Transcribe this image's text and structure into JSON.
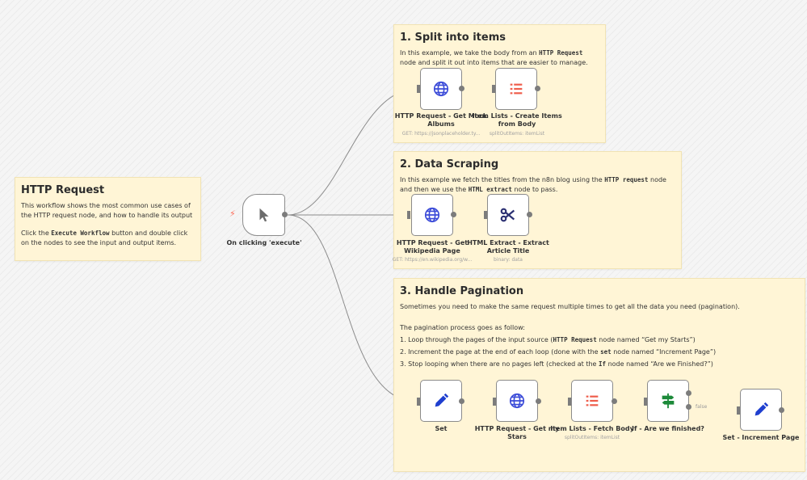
{
  "notes": {
    "main": {
      "title": "HTTP Request",
      "text1": "This workflow shows the most common use cases of the HTTP request node, and how to handle its output",
      "text2_a": "Click the ",
      "text2_code": "Execute Workflow",
      "text2_b": " button and double click on the nodes to see the input and output items."
    },
    "split": {
      "title": "1. Split into items",
      "a": "In this example, we take the body from an ",
      "code": "HTTP Request",
      "b": " node and split it out into items that are easier to manage."
    },
    "scrape": {
      "title": "2. Data Scraping",
      "a": "In this example we fetch the titles from the n8n blog using the ",
      "code1": "HTTP request",
      "b": " node and then we use the ",
      "code2": "HTML extract",
      "c": " node to pass."
    },
    "pagination": {
      "title": "3. Handle Pagination",
      "line1": "Sometimes you need to make the same request multiple times to get all the data you need (pagination).",
      "line2": "The pagination process goes as follow:",
      "l3a": "1. Loop through the pages of the input source (",
      "l3code": "HTTP Request",
      "l3b": " node named “Get my Starts”)",
      "l4a": "2. Increment the page at the end of each loop (done with the ",
      "l4code": "set",
      "l4b": " node named “Increment Page”)",
      "l5a": "3. Stop looping when there are no pages left (checked at the ",
      "l5code": "If",
      "l5b": " node named “Are we Finished?”)"
    }
  },
  "nodes": {
    "trigger": {
      "label": "On clicking 'execute'",
      "icon": "cursor-icon"
    },
    "http_albums": {
      "label": "HTTP Request - Get Mock Albums",
      "sub": "GET: https://jsonplaceholder.ty...",
      "icon": "globe-icon"
    },
    "item_lists_body": {
      "label": "Item Lists - Create Items from Body",
      "sub": "splitOutItems: itemList",
      "icon": "list-icon"
    },
    "http_wiki": {
      "label": "HTTP Request - Get Wikipedia Page",
      "sub": "GET: https://en.wikipedia.org/w...",
      "icon": "globe-icon"
    },
    "html_extract": {
      "label": "HTML Extract - Extract Article Title",
      "sub": "binary: data",
      "icon": "scissors-icon"
    },
    "set": {
      "label": "Set",
      "icon": "pencil-icon"
    },
    "http_stars": {
      "label": "HTTP Request - Get my Stars",
      "icon": "globe-icon"
    },
    "item_lists_fetch": {
      "label": "Item Lists - Fetch Body",
      "sub": "splitOutItems: itemList",
      "icon": "list-icon"
    },
    "if_finished": {
      "label": "If - Are we finished?",
      "icon": "signpost-icon",
      "false_label": "false"
    },
    "set_increment": {
      "label": "Set - Increment Page",
      "icon": "pencil-icon"
    }
  },
  "colors": {
    "globe": "#3b4bd8",
    "list": "#ef5d4b",
    "scissors": "#2a2f72",
    "pencil": "#1f3fcf",
    "signpost": "#1d8a3a",
    "bolt": "#ff6d5a"
  }
}
